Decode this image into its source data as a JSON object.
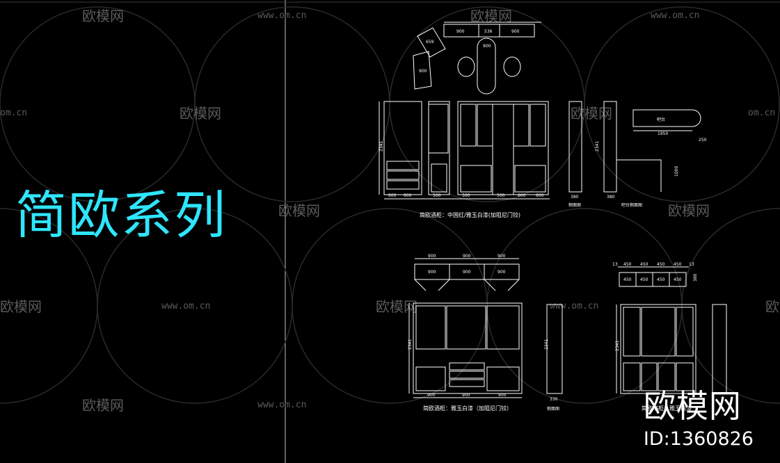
{
  "title": "简欧系列",
  "watermark": {
    "brand": "欧模网",
    "url": "www.om.cn",
    "url_short": "om.cn",
    "logo_big": "欧模网",
    "logo_id": "ID:1360826"
  },
  "drawings": {
    "top_plan": {
      "dims_top": [
        "900",
        "536",
        "900"
      ],
      "dim_angle_a": "659",
      "dim_side": "900",
      "dim_inner": "900"
    },
    "top_elevation": {
      "height_label": "2341",
      "caption": "简欧酒柜：中国红/雅玉白漆(加阻尼门铰)",
      "bar_side_label": "侧面图",
      "bar_label": "吧台侧面图",
      "bar_counter_text": "吧台",
      "bar_width": "1950",
      "bar_depth": "250",
      "bar_height": "1000",
      "side_depth_a": "380",
      "side_depth_b": "380",
      "bottom_dims": [
        "600",
        "600",
        "500",
        "500",
        "500",
        "600",
        "600"
      ]
    },
    "bottom_left_plan": {
      "dims_top": [
        "900",
        "900",
        "900"
      ],
      "dims_inner": [
        "900",
        "900",
        "900"
      ]
    },
    "bottom_left_elevation": {
      "height_label": "2341",
      "caption": "简欧酒柜：雅玉白漆（加阻尼门铰）",
      "side_label": "侧面图",
      "side_depth": "330",
      "bottom_dims": [
        "900",
        "900",
        "900"
      ]
    },
    "bottom_right_plan": {
      "dims_top": [
        "13",
        "450",
        "450",
        "450",
        "450",
        "13"
      ],
      "dims_inner": [
        "450",
        "450",
        "450",
        "450"
      ],
      "depth": "380"
    },
    "bottom_right_elevation": {
      "height_label": "2341",
      "caption": "简欧书柜：雅玉白漆"
    }
  }
}
